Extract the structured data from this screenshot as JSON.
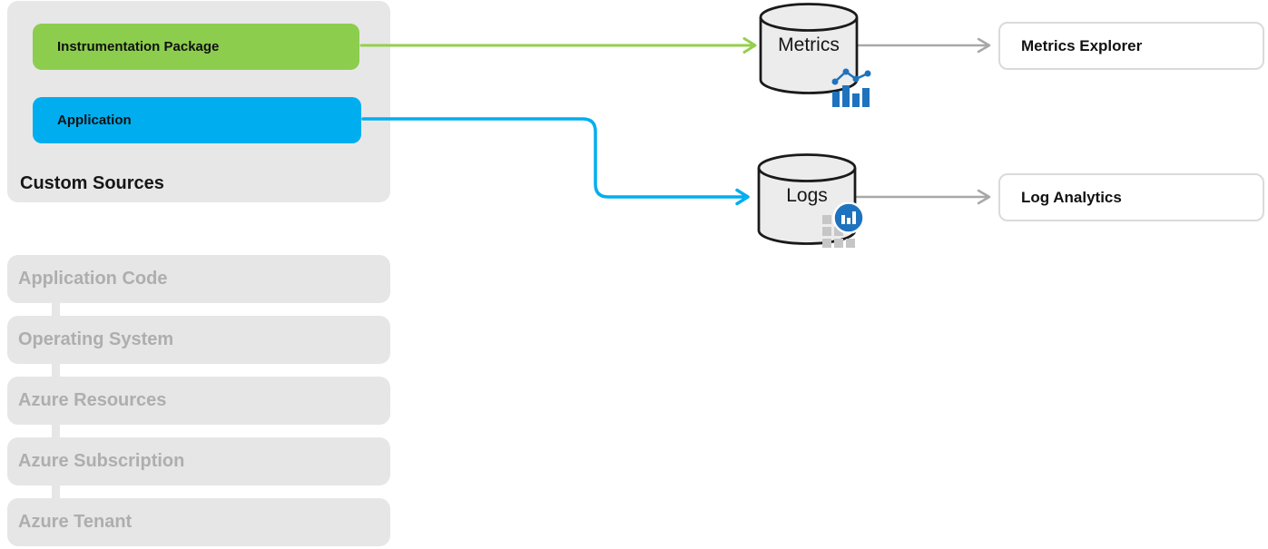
{
  "title": "Azure Monitor custom sources data flow diagram",
  "custom_sources": {
    "label": "Custom Sources",
    "sources": [
      {
        "label": "Instrumentation Package"
      },
      {
        "label": "Application"
      }
    ]
  },
  "stores": [
    {
      "label": "Metrics",
      "icon": "bar-chart-trend-icon"
    },
    {
      "label": "Logs",
      "icon": "log-analytics-grid-icon"
    }
  ],
  "destinations": [
    {
      "label": "Metrics Explorer"
    },
    {
      "label": "Log Analytics"
    }
  ],
  "resource_stack": [
    {
      "label": "Application Code"
    },
    {
      "label": "Operating System"
    },
    {
      "label": "Azure Resources"
    },
    {
      "label": "Azure Subscription"
    },
    {
      "label": "Azure Tenant"
    }
  ],
  "colors": {
    "source_green": "#8ccd4e",
    "source_blue": "#00aeef",
    "arrow_green": "#93d04b",
    "arrow_blue": "#00aeef",
    "arrow_gray": "#a8a8a8",
    "group_bg": "#e7e7e7",
    "cylinder_fill": "#ececec",
    "cylinder_stroke": "#1a1a1a",
    "icon_blue": "#1e73be",
    "icon_gray": "#c6c6c6",
    "icon_white": "#ffffff",
    "inactive_bg": "#e6e6e6",
    "inactive_text": "#aeaeae"
  }
}
